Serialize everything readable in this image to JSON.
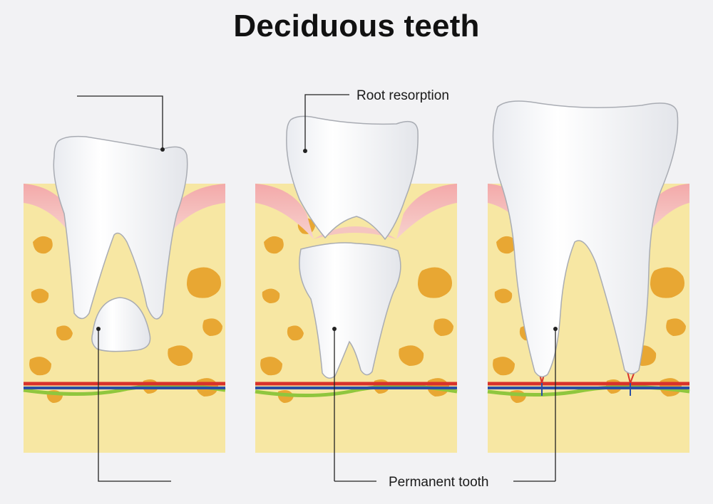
{
  "title": "Deciduous teeth",
  "labels": {
    "root_resorption": "Root resorption",
    "permanent_tooth": "Permanent tooth"
  },
  "colors": {
    "background": "#f2f2f4",
    "bone": "#f7e7a3",
    "bone_pores": "#e8a733",
    "gum": "#f2b3b3",
    "tooth": "#ffffff",
    "artery": "#d8322b",
    "vein": "#2b4fa6",
    "nerve": "#8fc63e"
  },
  "panels": [
    {
      "id": "stage-1"
    },
    {
      "id": "stage-2"
    },
    {
      "id": "stage-3"
    }
  ]
}
